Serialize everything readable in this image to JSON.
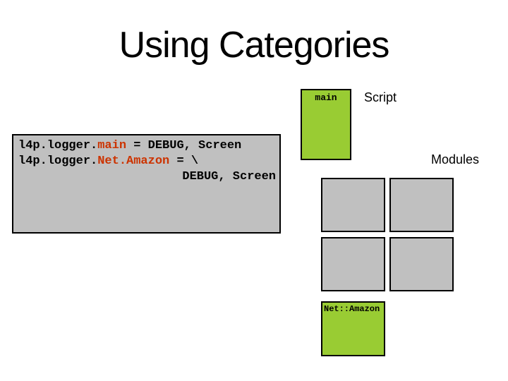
{
  "title": "Using Categories",
  "code_box": {
    "lines": [
      {
        "align": "left",
        "segments": [
          {
            "t": "l4p.logger.",
            "c": "black"
          },
          {
            "t": "main",
            "c": "red"
          },
          {
            "t": " = DEBUG, Screen",
            "c": "black"
          }
        ]
      },
      {
        "align": "left",
        "segments": [
          {
            "t": "l4p.logger.",
            "c": "black"
          },
          {
            "t": "Net.Amazon",
            "c": "red"
          },
          {
            "t": " = \\",
            "c": "black"
          }
        ]
      },
      {
        "align": "right",
        "segments": [
          {
            "t": "DEBUG, Screen",
            "c": "black"
          }
        ]
      }
    ]
  },
  "diagram": {
    "script_label": "Script",
    "modules_label": "Modules",
    "main_box_label": "main",
    "net_amazon_box_label": "Net::Amazon",
    "module_box_count": 4
  },
  "colors": {
    "category_green": "#99cc33",
    "module_gray": "#c0c0c0",
    "code_highlight_red": "#cc3300",
    "border_black": "#000000",
    "background": "#ffffff"
  }
}
